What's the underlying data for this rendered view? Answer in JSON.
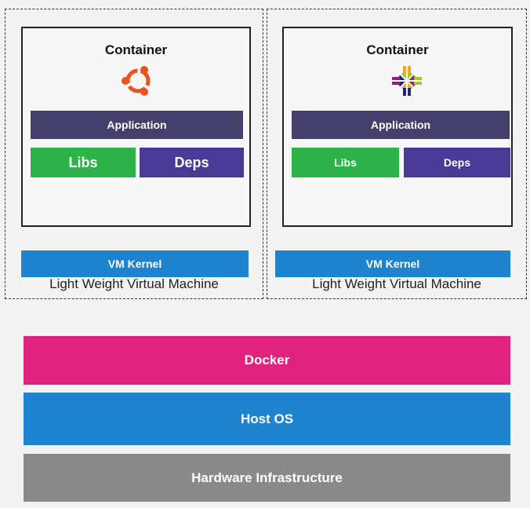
{
  "vms": [
    {
      "container_title": "Container",
      "logo": "ubuntu-logo",
      "application": "Application",
      "libs": "Libs",
      "deps": "Deps",
      "kernel": "VM Kernel",
      "label": "Light Weight Virtual Machine"
    },
    {
      "container_title": "Container",
      "logo": "centos-logo",
      "application": "Application",
      "libs": "Libs",
      "deps": "Deps",
      "kernel": "VM Kernel",
      "label": "Light Weight Virtual Machine"
    }
  ],
  "layers": {
    "docker": "Docker",
    "host_os": "Host OS",
    "hardware": "Hardware Infrastructure"
  },
  "colors": {
    "application": "#45406b",
    "libs": "#2db34a",
    "deps": "#4a3a98",
    "kernel": "#1f84cf",
    "docker": "#e0237f",
    "host_os": "#1f84cf",
    "hardware": "#8a8a8a"
  }
}
